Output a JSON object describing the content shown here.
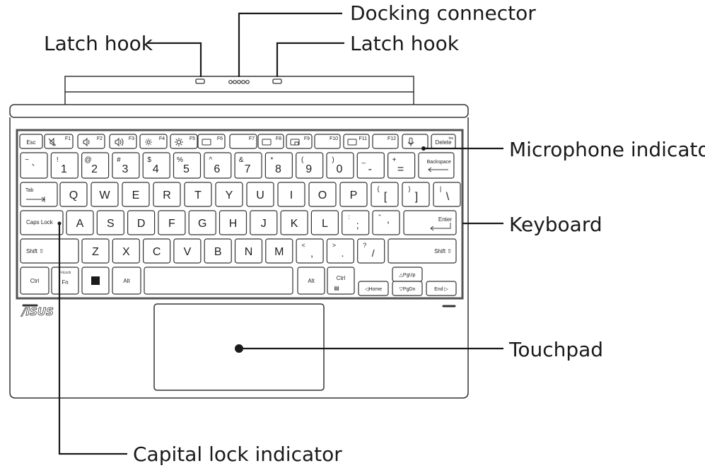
{
  "callouts": {
    "docking_connector": "Docking connector",
    "latch_hook_left": "Latch hook",
    "latch_hook_right": "Latch hook",
    "microphone_indicator": "Microphone indicator",
    "keyboard": "Keyboard",
    "touchpad": "Touchpad",
    "capital_lock_indicator": "Capital lock indicator"
  },
  "brand": "/ISUS",
  "keyboard": {
    "row0": [
      {
        "id": "esc",
        "main": "Esc"
      },
      {
        "id": "f1",
        "fn": "F1",
        "icon": "mute-icon"
      },
      {
        "id": "f2",
        "fn": "F2",
        "icon": "volume-down-icon"
      },
      {
        "id": "f3",
        "fn": "F3",
        "icon": "volume-up-icon"
      },
      {
        "id": "f4",
        "fn": "F4",
        "icon": "brightness-down-icon"
      },
      {
        "id": "f5",
        "fn": "F5",
        "icon": "brightness-up-icon"
      },
      {
        "id": "f6",
        "fn": "F6",
        "icon": "touchpad-toggle-icon"
      },
      {
        "id": "f7",
        "fn": "F7",
        "icon": ""
      },
      {
        "id": "f8",
        "fn": "F8",
        "icon": "display-switch-icon"
      },
      {
        "id": "f9",
        "fn": "F9",
        "icon": "lock-screen-icon"
      },
      {
        "id": "f10",
        "fn": "F10",
        "icon": ""
      },
      {
        "id": "f11",
        "fn": "F11",
        "icon": "screenshot-icon"
      },
      {
        "id": "f12",
        "fn": "F12",
        "icon": ""
      },
      {
        "id": "mic",
        "fn": "",
        "icon": "microphone-icon"
      },
      {
        "id": "delete",
        "main": "Delete",
        "sup": "Ins"
      }
    ],
    "row1": [
      {
        "id": "tilde",
        "top": "~",
        "bottom": "`"
      },
      {
        "id": "k1",
        "top": "!",
        "bottom": "1"
      },
      {
        "id": "k2",
        "top": "@",
        "bottom": "2"
      },
      {
        "id": "k3",
        "top": "#",
        "bottom": "3"
      },
      {
        "id": "k4",
        "top": "$",
        "bottom": "4"
      },
      {
        "id": "k5",
        "top": "%",
        "bottom": "5"
      },
      {
        "id": "k6",
        "top": "^",
        "bottom": "6"
      },
      {
        "id": "k7",
        "top": "&",
        "bottom": "7"
      },
      {
        "id": "k8",
        "top": "*",
        "bottom": "8"
      },
      {
        "id": "k9",
        "top": "(",
        "bottom": "9"
      },
      {
        "id": "k0",
        "top": ")",
        "bottom": "0"
      },
      {
        "id": "minus",
        "top": "_",
        "bottom": "-"
      },
      {
        "id": "equals",
        "top": "+",
        "bottom": "="
      },
      {
        "id": "backspace",
        "main": "Backspace"
      }
    ],
    "row2": [
      {
        "id": "tab",
        "main": "Tab"
      },
      {
        "id": "q",
        "main": "Q"
      },
      {
        "id": "w",
        "main": "W"
      },
      {
        "id": "e",
        "main": "E"
      },
      {
        "id": "r",
        "main": "R"
      },
      {
        "id": "t",
        "main": "T"
      },
      {
        "id": "y",
        "main": "Y"
      },
      {
        "id": "u",
        "main": "U"
      },
      {
        "id": "i",
        "main": "I"
      },
      {
        "id": "o",
        "main": "O"
      },
      {
        "id": "p",
        "main": "P"
      },
      {
        "id": "lbracket",
        "top": "{",
        "bottom": "["
      },
      {
        "id": "rbracket",
        "top": "}",
        "bottom": "]"
      },
      {
        "id": "backslash",
        "top": "|",
        "bottom": "\\"
      }
    ],
    "row3": [
      {
        "id": "capslock",
        "main": "Caps Lock"
      },
      {
        "id": "a",
        "main": "A"
      },
      {
        "id": "s",
        "main": "S"
      },
      {
        "id": "d",
        "main": "D"
      },
      {
        "id": "f",
        "main": "F"
      },
      {
        "id": "g",
        "main": "G"
      },
      {
        "id": "h",
        "main": "H"
      },
      {
        "id": "j",
        "main": "J"
      },
      {
        "id": "k",
        "main": "K"
      },
      {
        "id": "l",
        "main": "L"
      },
      {
        "id": "semicolon",
        "top": ":",
        "bottom": ";"
      },
      {
        "id": "quote",
        "top": "\"",
        "bottom": "'"
      },
      {
        "id": "enter",
        "main": "Enter"
      }
    ],
    "row4": [
      {
        "id": "lshift",
        "main": "Shift ⇧"
      },
      {
        "id": "z",
        "main": "Z"
      },
      {
        "id": "x",
        "main": "X"
      },
      {
        "id": "c",
        "main": "C"
      },
      {
        "id": "v",
        "main": "V"
      },
      {
        "id": "b",
        "main": "B"
      },
      {
        "id": "n",
        "main": "N"
      },
      {
        "id": "m",
        "main": "M"
      },
      {
        "id": "comma",
        "top": "<",
        "bottom": ","
      },
      {
        "id": "period",
        "top": ">",
        "bottom": "."
      },
      {
        "id": "slash",
        "top": "?",
        "bottom": "/"
      },
      {
        "id": "rshift",
        "main": "Shift ⇧"
      }
    ],
    "row5": [
      {
        "id": "lctrl",
        "main": "Ctrl"
      },
      {
        "id": "fn",
        "main": "Fn",
        "sup": "FnLock"
      },
      {
        "id": "win",
        "main": "■"
      },
      {
        "id": "lalt",
        "main": "Alt"
      },
      {
        "id": "space",
        "main": ""
      },
      {
        "id": "ralt",
        "main": "Alt"
      },
      {
        "id": "rctrl",
        "main": "Ctrl",
        "sub": "▤"
      },
      {
        "id": "home",
        "main": "◁Home"
      },
      {
        "id": "pgup",
        "main": "△PgUp"
      },
      {
        "id": "pgdn",
        "main": "▽PgDn"
      },
      {
        "id": "end",
        "main": "End ▷"
      }
    ]
  }
}
